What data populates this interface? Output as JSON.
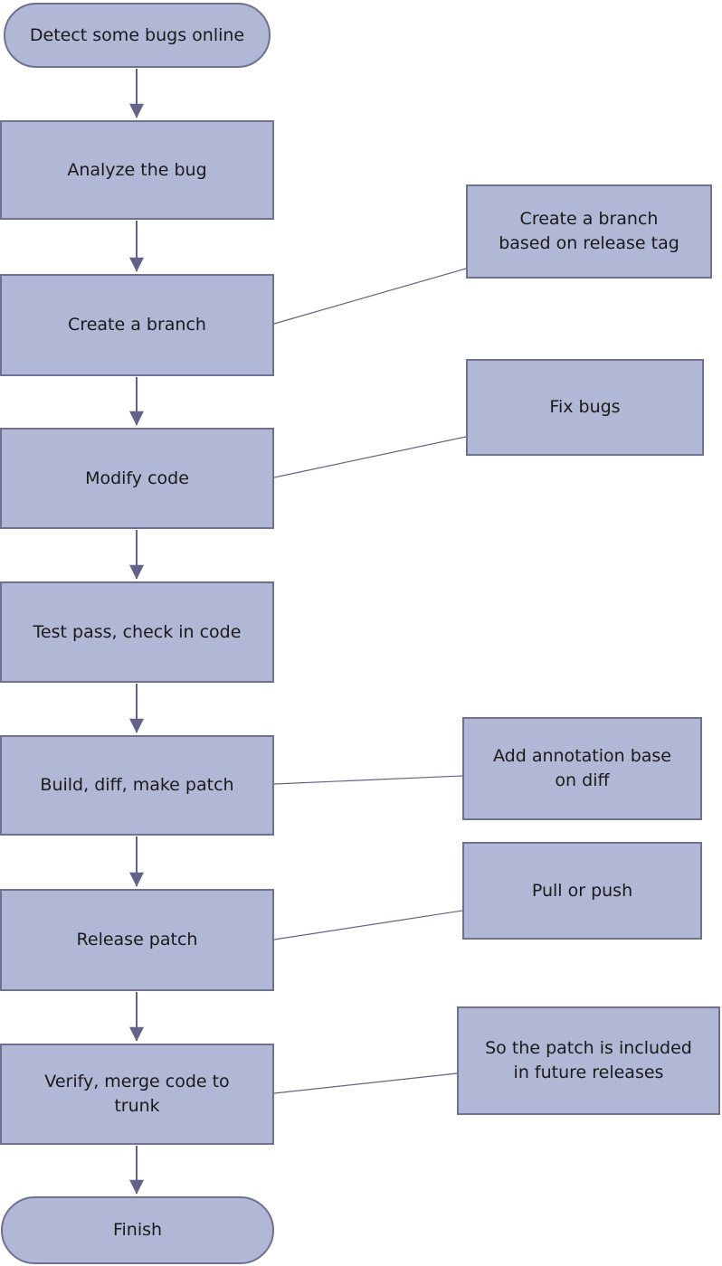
{
  "diagram_type": "flowchart",
  "colors": {
    "node_fill": "#b1b8d6",
    "node_border": "#6f7094",
    "connector": "#63638a",
    "text": "#1a1a1a",
    "background": "#ffffff"
  },
  "nodes": {
    "start": {
      "label": "Detect some bugs online",
      "shape": "terminator"
    },
    "analyze": {
      "label": "Analyze the bug",
      "shape": "process"
    },
    "create_branch": {
      "label": "Create a branch",
      "shape": "process"
    },
    "modify_code": {
      "label": "Modify code",
      "shape": "process"
    },
    "test_pass": {
      "label": "Test pass, check in code",
      "shape": "process"
    },
    "build_diff": {
      "label": "Build, diff, make patch",
      "shape": "process"
    },
    "release_patch": {
      "label": "Release patch",
      "shape": "process"
    },
    "verify_merge": {
      "label": "Verify,  merge code to trunk",
      "shape": "process"
    },
    "finish": {
      "label": "Finish",
      "shape": "terminator"
    }
  },
  "annotations": {
    "branch_note": {
      "label": "Create a branch based on release tag",
      "attached_to": "create_branch"
    },
    "fix_bugs": {
      "label": "Fix bugs",
      "attached_to": "modify_code"
    },
    "annotation": {
      "label": "Add annotation base on diff",
      "attached_to": "build_diff"
    },
    "pull_push": {
      "label": "Pull or push",
      "attached_to": "release_patch"
    },
    "future": {
      "label": "So the patch is included in future releases",
      "attached_to": "verify_merge"
    }
  },
  "flow_order": [
    "start",
    "analyze",
    "create_branch",
    "modify_code",
    "test_pass",
    "build_diff",
    "release_patch",
    "verify_merge",
    "finish"
  ]
}
